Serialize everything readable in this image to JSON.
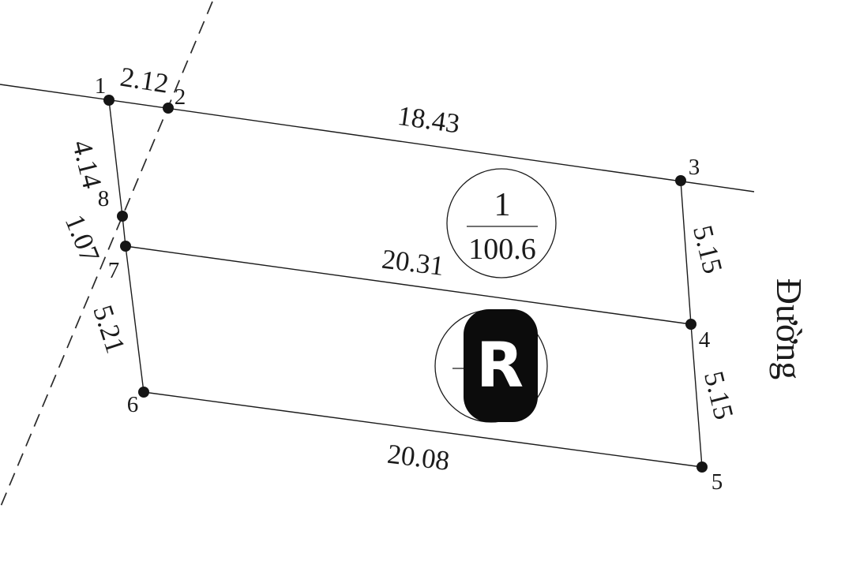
{
  "sketch": {
    "ink_color": "#1b1b1b",
    "watermark_bg_color": "#0c0c0c",
    "watermark_letter": "R",
    "road_label": "Đường",
    "parcel_stamp": {
      "parcel_number": "1",
      "area": "100.6"
    },
    "vertices": [
      {
        "id": "1"
      },
      {
        "id": "2"
      },
      {
        "id": "3"
      },
      {
        "id": "4"
      },
      {
        "id": "5"
      },
      {
        "id": "6"
      },
      {
        "id": "7"
      },
      {
        "id": "8"
      }
    ],
    "edges": [
      {
        "from": "1",
        "to": "2",
        "length": "2.12"
      },
      {
        "from": "2",
        "to": "3",
        "length": "18.43"
      },
      {
        "from": "3",
        "to": "4",
        "length": "5.15"
      },
      {
        "from": "4",
        "to": "5",
        "length": "5.15"
      },
      {
        "from": "5",
        "to": "6",
        "length": "20.08"
      },
      {
        "from": "6",
        "to": "7",
        "length": "5.21"
      },
      {
        "from": "7",
        "to": "8",
        "length": "1.07"
      },
      {
        "from": "8",
        "to": "1",
        "length": "4.14"
      },
      {
        "from": "7",
        "to": "4",
        "length": "20.31"
      }
    ]
  }
}
